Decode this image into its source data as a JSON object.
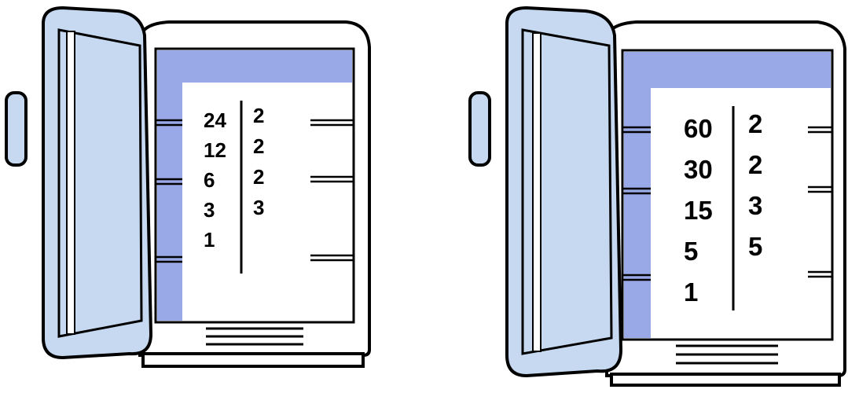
{
  "fridges": [
    {
      "id": "left",
      "left_column": [
        "24",
        "12",
        "6",
        "3",
        "1"
      ],
      "right_column": [
        "2",
        "2",
        "2",
        "3"
      ]
    },
    {
      "id": "right",
      "left_column": [
        "60",
        "30",
        "15",
        "5",
        "1"
      ],
      "right_column": [
        "2",
        "2",
        "3",
        "5"
      ]
    }
  ],
  "colors": {
    "door": "#c6d9f1",
    "interior_band": "#99a8e6",
    "outline": "#000000",
    "page": "#ffffff"
  }
}
